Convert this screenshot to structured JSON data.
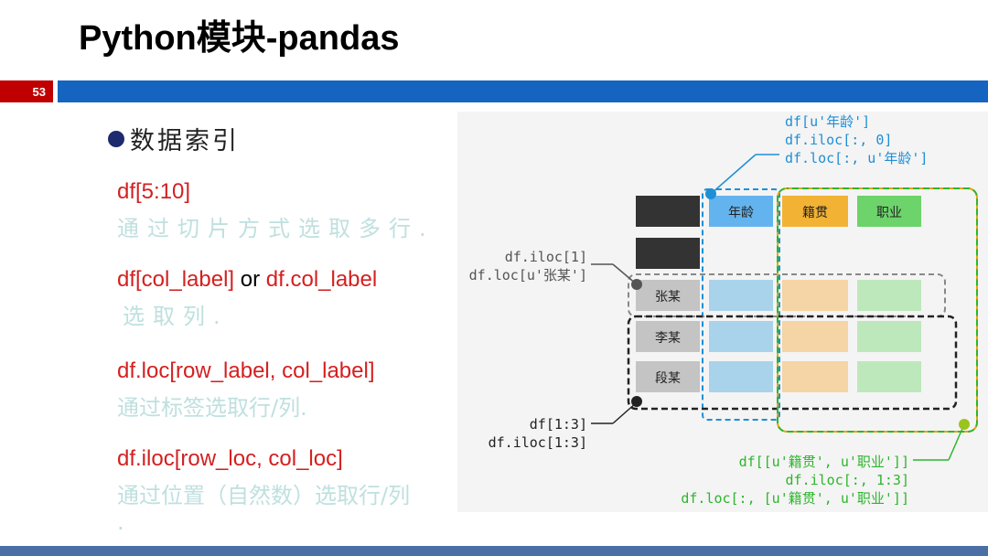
{
  "slide": {
    "title": "Python模块-pandas",
    "page_number": "53"
  },
  "content": {
    "heading": "数据索引",
    "items": [
      {
        "code": "df[5:10]",
        "desc": "通过切片方式选取多行."
      },
      {
        "code_a": "df[col_label]",
        "code_or": " or ",
        "code_b": "df.col_label",
        "desc": "选取列."
      },
      {
        "code": "df.loc[row_label, col_label]",
        "desc": "通过标签选取行/列."
      },
      {
        "code": "df.iloc[row_loc, col_loc]",
        "desc": "通过位置（自然数）选取行/列",
        "desc_tail": "."
      }
    ]
  },
  "diagram": {
    "col_headers": [
      "年龄",
      "籍贯",
      "职业"
    ],
    "row_labels": [
      "张某",
      "李某",
      "段某"
    ],
    "annotations": {
      "col_select": [
        "df[u'年龄']",
        "df.iloc[:, 0]",
        "df.loc[:, u'年龄']"
      ],
      "row_select": [
        "df.iloc[1]",
        "df.loc[u'张某']"
      ],
      "slice_select": [
        "df[1:3]",
        "df.iloc[1:3]"
      ],
      "multi_col_select": [
        "df[[u'籍贯', u'职业']]",
        "df.iloc[:, 1:3]",
        "df.loc[:, [u'籍贯', u'职业']]"
      ]
    },
    "colors": {
      "blue": "#1e8fd6",
      "gray": "#555555",
      "black": "#222222",
      "green": "#2db52d",
      "orange": "#e8a400"
    }
  }
}
